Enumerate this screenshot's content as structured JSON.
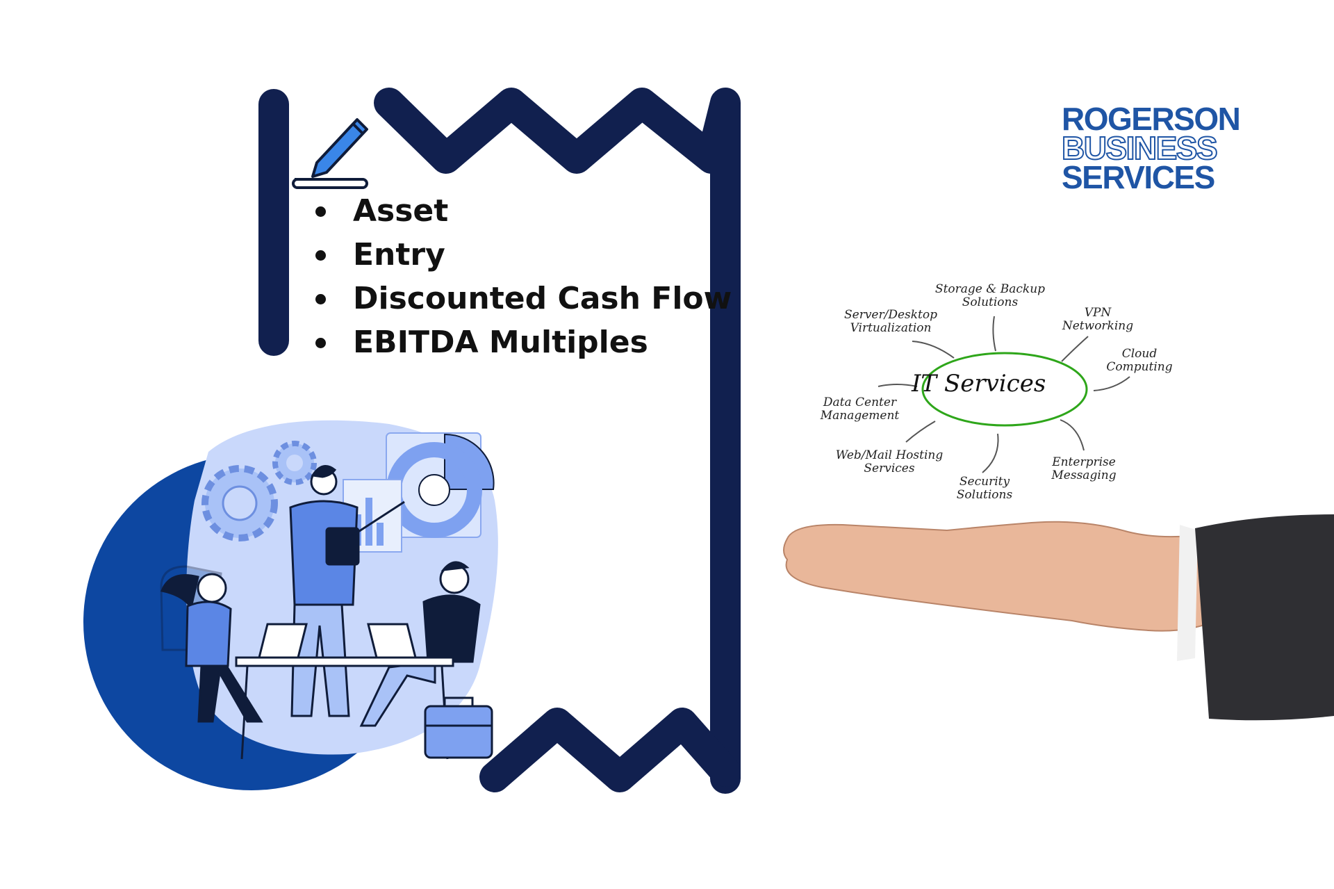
{
  "valuation_methods": [
    "Asset",
    "Entry",
    "Discounted Cash Flow",
    "EBITDA Multiples"
  ],
  "logo": {
    "line1": "ROGERSON",
    "line2": "BUSINESS",
    "line3": "SERVICES"
  },
  "it_diagram": {
    "center": "IT Services",
    "labels": {
      "storage": "Storage & Backup\nSolutions",
      "server": "Server/Desktop\nVirtualization",
      "vpn": "VPN\nNetworking",
      "cloud": "Cloud\nComputing",
      "datacenter": "Data Center\nManagement",
      "webmail": "Web/Mail Hosting\nServices",
      "security": "Security\nSolutions",
      "enterprise": "Enterprise\nMessaging"
    }
  },
  "colors": {
    "navy": "#11204f",
    "brand_blue": "#1f55a5",
    "illustration_blue": "#0d47a1",
    "light_blue": "#a9c2f7",
    "accent_green": "#2ea61a"
  },
  "icons": [
    "pen-icon",
    "gear-icon",
    "briefcase-icon",
    "laptop-icon",
    "chart-icon"
  ]
}
